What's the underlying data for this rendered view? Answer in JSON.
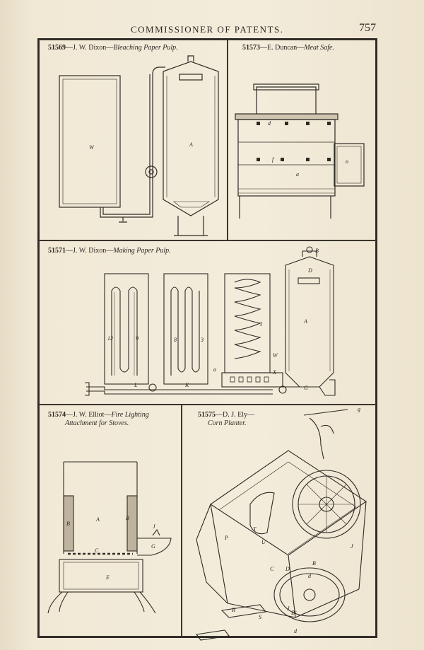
{
  "header": {
    "title": "COMMISSIONER OF PATENTS.",
    "page_number": "757"
  },
  "patents": [
    {
      "number": "51569",
      "sep": "—",
      "inventor": "J. W. Dixon",
      "title": "Bleaching Paper Pulp.",
      "labels": [
        "W",
        "A"
      ]
    },
    {
      "number": "51573",
      "sep": "—",
      "inventor": "E. Duncan",
      "title": "Meat Safe.",
      "labels": [
        "d",
        "f",
        "a",
        "n"
      ]
    },
    {
      "number": "51571",
      "sep": "—",
      "inventor": "J. W. Dixon",
      "title": "Making Paper Pulp.",
      "labels": [
        "B",
        "D",
        "A",
        "I",
        "W",
        "X",
        "G",
        "12",
        "9",
        "8",
        "3",
        "L",
        "K",
        "a"
      ]
    },
    {
      "number": "51574",
      "sep": "—",
      "inventor": "J. W. Elliot",
      "title": "Fire Lighting",
      "title2": "Attachment for Stoves.",
      "labels": [
        "B",
        "A",
        "B",
        "J",
        "G",
        "C",
        "E"
      ]
    },
    {
      "number": "51575",
      "sep": "—",
      "inventor": "D. J. Ely",
      "title": "Corn Planter.",
      "labels": [
        "g",
        "P",
        "T",
        "U",
        "C",
        "D",
        "B",
        "d",
        "J",
        "B²",
        "S",
        "J",
        "d",
        "R"
      ]
    }
  ]
}
